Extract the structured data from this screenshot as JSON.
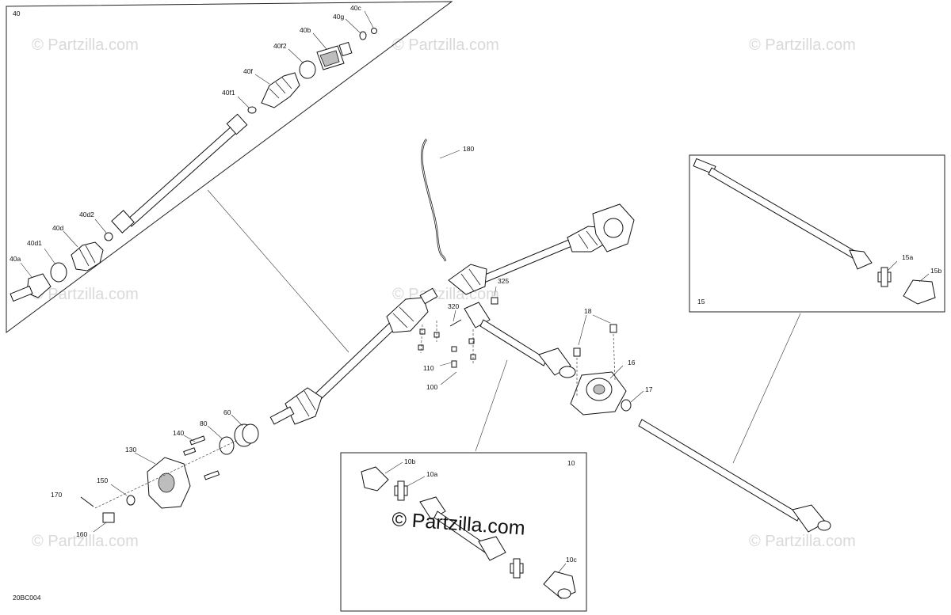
{
  "watermark": "© Partzilla.com",
  "diagram_code": "20BC004",
  "callouts": {
    "40": "40",
    "40c": "40c",
    "40g": "40g",
    "40b": "40b",
    "40f2": "40f2",
    "40f": "40f",
    "40f1": "40f1",
    "40d2": "40d2",
    "40d": "40d",
    "40d1": "40d1",
    "40a": "40a",
    "180": "180",
    "325": "325",
    "320": "320",
    "110": "110",
    "100": "100",
    "18": "18",
    "16": "16",
    "17": "17",
    "60": "60",
    "80": "80",
    "140": "140",
    "130": "130",
    "150": "150",
    "170": "170",
    "160": "160",
    "15": "15",
    "15a": "15a",
    "15b": "15b",
    "10": "10",
    "10a": "10a",
    "10b": "10b",
    "10c": "10c"
  }
}
